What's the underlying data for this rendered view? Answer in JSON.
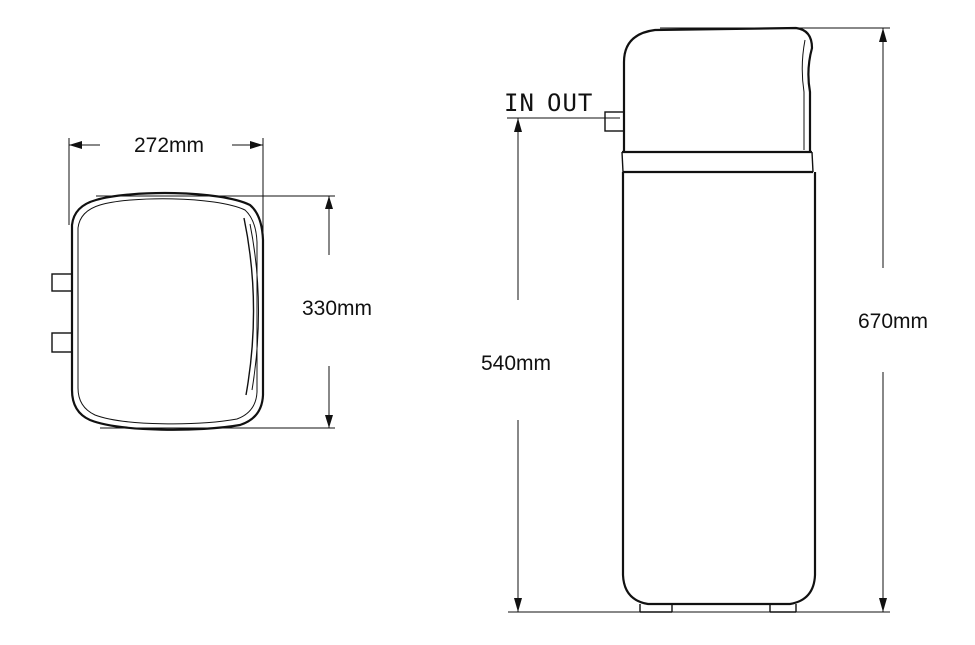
{
  "top_view": {
    "width_label": "272mm",
    "depth_label": "330mm"
  },
  "side_view": {
    "port_labels": {
      "in": "IN",
      "out": "OUT"
    },
    "body_height_label": "540mm",
    "total_height_label": "670mm"
  },
  "colors": {
    "line": "#111111",
    "background": "#ffffff"
  }
}
